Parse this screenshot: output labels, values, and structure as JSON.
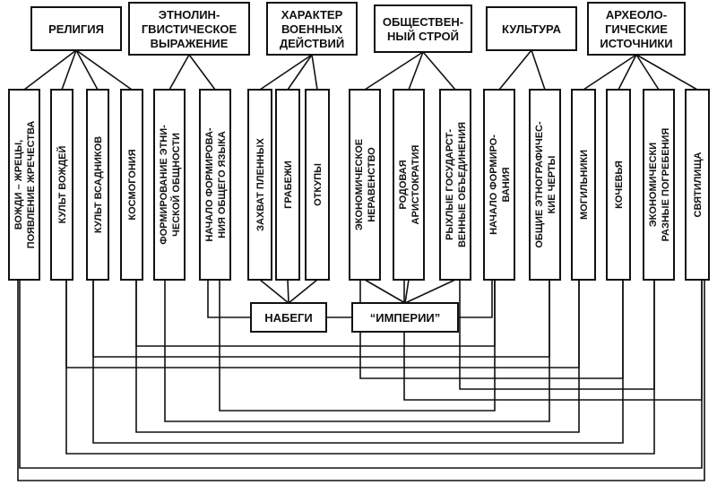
{
  "colors": {
    "ink": "#111111",
    "paper": "#ffffff"
  },
  "categories": [
    {
      "id": "religion",
      "lines": [
        "РЕЛИГИЯ"
      ]
    },
    {
      "id": "ethno",
      "lines": [
        "ЭТНОЛИН-",
        "ГВИСТИЧЕСКОЕ",
        "ВЫРАЖЕНИЕ"
      ]
    },
    {
      "id": "military",
      "lines": [
        "ХАРАКТЕР",
        "ВОЕННЫХ",
        "ДЕЙСТВИЙ"
      ]
    },
    {
      "id": "social",
      "lines": [
        "ОБЩЕСТВЕН-",
        "НЫЙ СТРОЙ"
      ]
    },
    {
      "id": "culture",
      "lines": [
        "КУЛЬТУРА"
      ]
    },
    {
      "id": "archaeo",
      "lines": [
        "АРХЕОЛО-",
        "ГИЧЕСКИЕ",
        "ИСТОЧНИКИ"
      ]
    }
  ],
  "columns": [
    {
      "id": "c1",
      "lines": [
        "ВОЖДИ – ЖРЕЦЫ,",
        "ПОЯВЛЕНИЕ ЖРЕЧЕСТВА"
      ]
    },
    {
      "id": "c2",
      "lines": [
        "КУЛЬТ ВОЖДЕЙ"
      ]
    },
    {
      "id": "c3",
      "lines": [
        "КУЛЬТ ВСАДНИКОВ"
      ]
    },
    {
      "id": "c4",
      "lines": [
        "КОСМОГОНИЯ"
      ]
    },
    {
      "id": "c5",
      "lines": [
        "ФОРМИРОВАНИЕ ЭТНИ-",
        "ЧЕСКОЙ ОБЩНОСТИ"
      ]
    },
    {
      "id": "c6",
      "lines": [
        "НАЧАЛО ФОРМИРОВА-",
        "НИЯ ОБЩЕГО ЯЗЫКА"
      ]
    },
    {
      "id": "c7",
      "lines": [
        "ЗАХВАТ ПЛЕННЫХ"
      ]
    },
    {
      "id": "c8",
      "lines": [
        "ГРАБЕЖИ"
      ]
    },
    {
      "id": "c9",
      "lines": [
        "ОТКУПЫ"
      ]
    },
    {
      "id": "c10",
      "lines": [
        "ЭКОНОМИЧЕСКОЕ",
        "НЕРАВЕНСТВО"
      ]
    },
    {
      "id": "c11",
      "lines": [
        "РОДОВАЯ",
        "АРИСТОКРАТИЯ"
      ]
    },
    {
      "id": "c12",
      "lines": [
        "РЫХЛЫЕ ГОСУДАРСТ-",
        "ВЕННЫЕ ОБЪЕДИНЕНИЯ"
      ]
    },
    {
      "id": "c13",
      "lines": [
        "НАЧАЛО ФОРМИРО-",
        "ВАНИЯ"
      ]
    },
    {
      "id": "c14",
      "lines": [
        "ОБЩИЕ ЭТНОГРАФИЧЕС-",
        "КИЕ ЧЕРТЫ"
      ]
    },
    {
      "id": "c15",
      "lines": [
        "МОГИЛЬНИКИ"
      ]
    },
    {
      "id": "c16",
      "lines": [
        "КОЧЕВЬЯ"
      ]
    },
    {
      "id": "c17",
      "lines": [
        "ЭКОНОМИЧЕСКИ",
        "РАЗНЫЕ ПОГРЕБЕНИЯ"
      ]
    },
    {
      "id": "c18",
      "lines": [
        "СВЯТИЛИЩА"
      ]
    }
  ],
  "hubs": {
    "raids": {
      "label": "НАБЕГИ"
    },
    "empires": {
      "label": "“ИМПЕРИИ”"
    }
  }
}
